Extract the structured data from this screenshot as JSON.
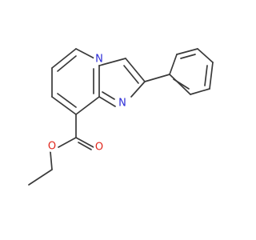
{
  "molecule": {
    "atom_labels": {
      "n_bridgehead": "N",
      "n_imidazole": "N",
      "o_carbonyl": "O",
      "o_ester": "O"
    },
    "colors": {
      "bond": "#3a3a3a",
      "nitrogen": "#2b2bd6",
      "oxygen": "#e0261c",
      "background": "#ffffff"
    }
  }
}
